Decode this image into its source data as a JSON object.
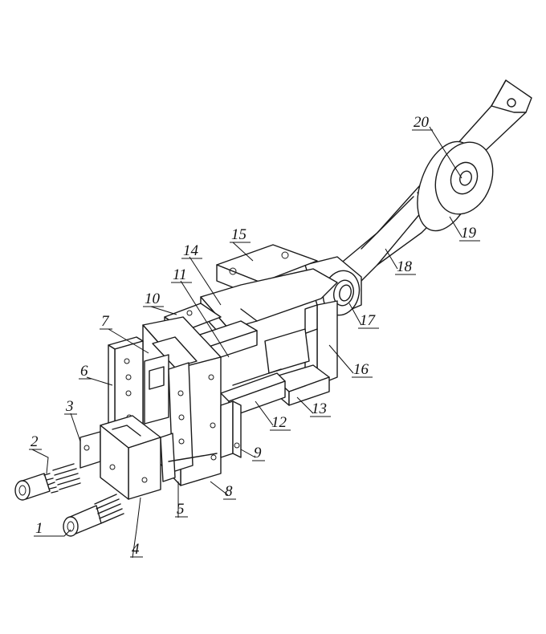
{
  "figure": {
    "labels": [
      {
        "id": "1",
        "text": "1"
      },
      {
        "id": "2",
        "text": "2"
      },
      {
        "id": "3",
        "text": "3"
      },
      {
        "id": "4",
        "text": "4"
      },
      {
        "id": "5",
        "text": "5"
      },
      {
        "id": "6",
        "text": "6"
      },
      {
        "id": "7",
        "text": "7"
      },
      {
        "id": "8",
        "text": "8"
      },
      {
        "id": "9",
        "text": "9"
      },
      {
        "id": "10",
        "text": "10"
      },
      {
        "id": "11",
        "text": "11"
      },
      {
        "id": "12",
        "text": "12"
      },
      {
        "id": "13",
        "text": "13"
      },
      {
        "id": "14",
        "text": "14"
      },
      {
        "id": "15",
        "text": "15"
      },
      {
        "id": "16",
        "text": "16"
      },
      {
        "id": "17",
        "text": "17"
      },
      {
        "id": "18",
        "text": "18"
      },
      {
        "id": "19",
        "text": "19"
      },
      {
        "id": "20",
        "text": "20"
      }
    ]
  }
}
